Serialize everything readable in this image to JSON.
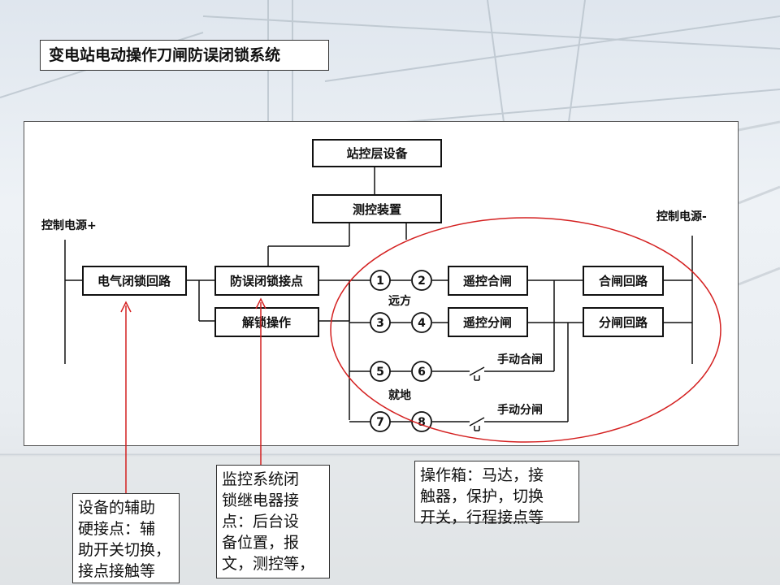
{
  "page": {
    "title": "变电站电动操作刀闸防误闭锁系统"
  },
  "diagram": {
    "power_left": "控制电源+",
    "power_right": "控制电源-",
    "boxes": {
      "station_equipment": "站控层设备",
      "measure_control": "测控装置",
      "electrical_interlock": "电气闭锁回路",
      "anti_misop_contact": "防误闭锁接点",
      "unlock_operation": "解锁操作",
      "remote_close": "遥控合闸",
      "remote_open": "遥控分闸",
      "close_circuit": "合闸回路",
      "open_circuit": "分闸回路"
    },
    "nodes": [
      "1",
      "2",
      "3",
      "4",
      "5",
      "6",
      "7",
      "8"
    ],
    "labels": {
      "remote": "远方",
      "local": "就地",
      "manual_close": "手动合闸",
      "manual_open": "手动分闸"
    },
    "colors": {
      "highlight": "#d42020",
      "line": "#111111"
    }
  },
  "callouts": {
    "aux_contacts": "设备的辅助\n硬接点：辅\n助开关切换，\n接点接触等",
    "monitor_relay": "监控系统闭\n锁继电器接\n点：后台设\n备位置，报\n文，测控等，",
    "operation_box": "操作箱：马达，接\n触器，保护，切换\n开关，行程接点等"
  }
}
